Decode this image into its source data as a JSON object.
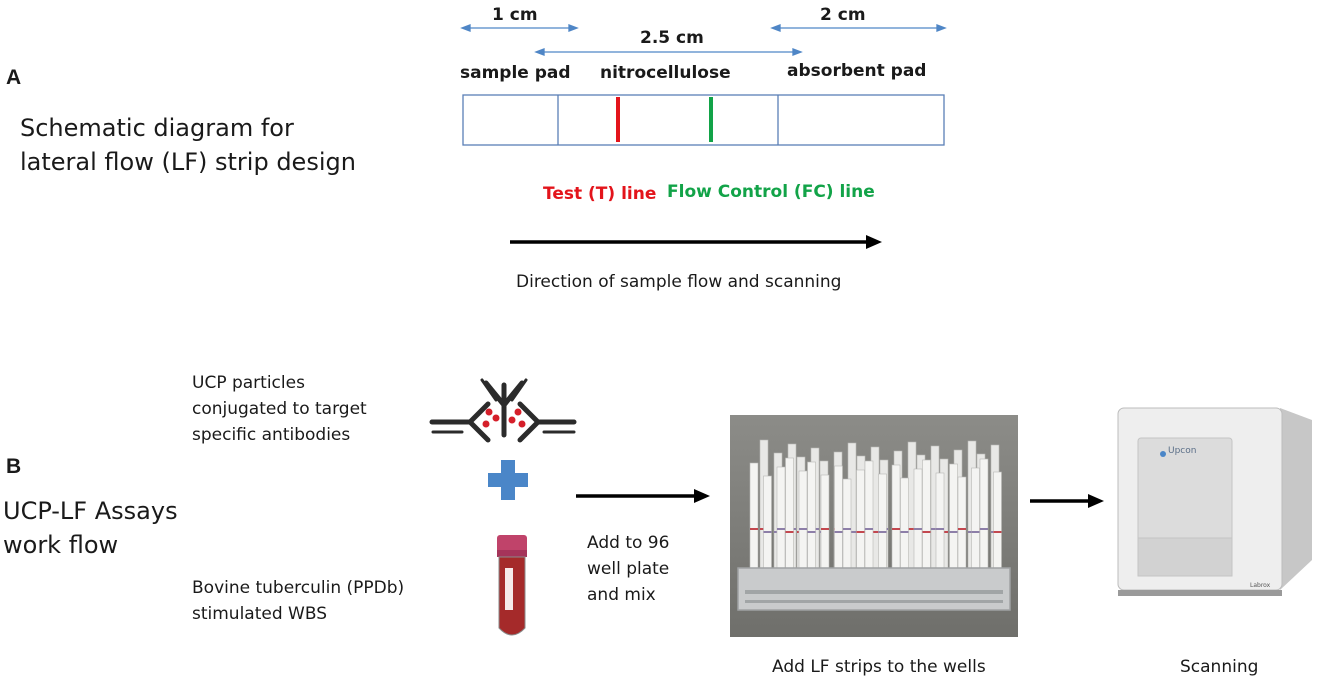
{
  "panel_a": {
    "letter": "A",
    "title_line1": "Schematic diagram for",
    "title_line2": "lateral flow (LF) strip design",
    "dim_sample_pad": "1 cm",
    "dim_nitrocellulose": "2.5 cm",
    "dim_absorbent_pad": "2 cm",
    "label_sample_pad": "sample pad",
    "label_nitrocellulose": "nitrocellulose",
    "label_absorbent_pad": "absorbent pad",
    "test_line": "Test (T) line",
    "control_line": "Flow Control (FC) line",
    "direction": "Direction of sample flow and scanning",
    "colors": {
      "test": "#e3141b",
      "control": "#12a348",
      "strip_border": "#5b7fb6",
      "dim_arrow": "#4f86c6"
    }
  },
  "panel_b": {
    "letter": "B",
    "title_line1": "UCP-LF Assays",
    "title_line2": "work flow",
    "ucp_line1": "UCP particles",
    "ucp_line2": "conjugated to target",
    "ucp_line3": "specific antibodies",
    "blood_line1": "Bovine tuberculin (PPDb)",
    "blood_line2": "stimulated WBS",
    "step_line1": "Add to 96",
    "step_line2": "well plate",
    "step_line3": "and mix",
    "strips_caption": "Add LF strips to the wells",
    "scanning_caption": "Scanning",
    "reader_brand": "Upcon",
    "reader_label": "Labrox",
    "colors": {
      "plus": "#4a86c8",
      "blood": "#a52a2a",
      "cap": "#c0436a"
    }
  }
}
